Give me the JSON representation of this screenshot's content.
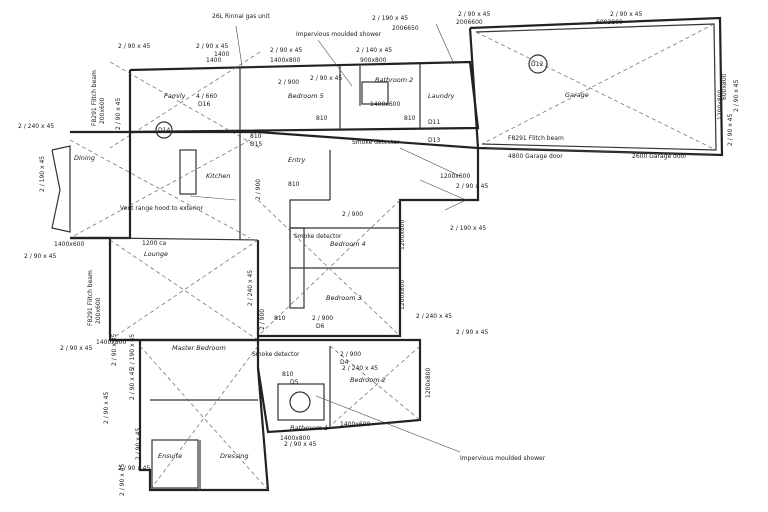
{
  "rooms": {
    "family": "Family",
    "kitchen": "Kitchen",
    "dining": "Dining",
    "bedroom5": "Bedroom 5",
    "bathroom2": "Bathroom 2",
    "laundry": "Laundry",
    "garage": "Garage",
    "entry": "Entry",
    "bedroom4": "Bedroom 4",
    "bedroom3": "Bedroom 3",
    "lounge": "Lounge",
    "master": "Master Bedroom",
    "bedroom2": "Bedroom 2",
    "bathroom1": "Bathroom 1",
    "ensuite": "Ensuite",
    "dressing": "Dressing"
  },
  "annotations": {
    "tank": "26L Rinnai gas unit",
    "shower_top": "Impervious moulded shower",
    "shower_bottom": "Impervious moulded shower",
    "smoke1": "Smoke detector",
    "smoke2": "Smoke detector",
    "smoke3": "Smoke detector",
    "rangehood": "Vent range hood to exterior",
    "garage_door1": "4800 Garage door",
    "garage_door2": "2600 Garage door",
    "beam_garage": "F8291 Flitch beam",
    "beam_family": "F8291 Flitch beam",
    "beam_family_size": "200x600",
    "beam_lounge": "F8291 Flitch beam",
    "beam_lounge_size": "200x600",
    "family_window": "4 / 660",
    "family_window_code": "D16",
    "lounge_window": "1200 ca"
  },
  "lintels": {
    "l1": "2 / 90 x 45",
    "l2": "2 / 90 x 45",
    "l3": "2 / 90 x 45",
    "l4": "2 / 90 x 45",
    "l5": "2 / 140 x 45",
    "l6": "2 / 190 x 45",
    "l7": "2 / 90 x 45",
    "l8": "2 / 240 x 45",
    "l9": "2 / 190 x 45",
    "l10": "2 / 90 x 45",
    "l11": "2 / 90 x 45",
    "l12": "2 / 190 x 45",
    "l13": "2 / 900",
    "l14": "2 / 90 x 45",
    "l15": "2 / 240 x 45",
    "l16": "2 / 90 x 45",
    "l17": "2 / 900",
    "l18": "2 / 240 x 45",
    "l19": "2 / 90 x 45",
    "l20": "2 / 900",
    "l21": "2 / 240 x 45",
    "l22": "2 / 90 x 45",
    "l23": "2 / 90 x 45",
    "l24": "2 / 90 x 45",
    "l25": "2 / 90 x 45",
    "l26": "2 / 90 x 45",
    "l27": "2 / 190 x 45",
    "l28": "2 / 90 x 45",
    "l29": "2 / 90 x 45",
    "l30": "2 / 900",
    "l31": "2 / 900",
    "l32": "2 / 900",
    "l33": "2 / 90 x 45",
    "l34": "2 / 90 x 45",
    "l35": "2 / 90 x 45"
  },
  "windows": {
    "w1": "1400",
    "w2": "1400",
    "w3": "1400x800",
    "w4": "900x800",
    "w5": "2006650",
    "w6": "6003800",
    "w7": "2006600",
    "w8": "1400x600",
    "w9": "1200x600",
    "w10": "1200x800",
    "w11": "1200x800",
    "w12": "1200x800",
    "w13": "1400x800",
    "w14": "1400x600",
    "w15": "1400x800",
    "w16": "1200x800",
    "w17": "1400x600",
    "w18": "600x800"
  },
  "doors": {
    "d_family": "D14",
    "d_garage": "D12",
    "d1": "810",
    "d2": "810",
    "d3": "810",
    "d4": "810",
    "d5": "810",
    "d6": "810",
    "d7": "D13",
    "d8": "D15",
    "d9": "D11",
    "d10": "D6",
    "d11": "D5",
    "d12": "D4"
  }
}
